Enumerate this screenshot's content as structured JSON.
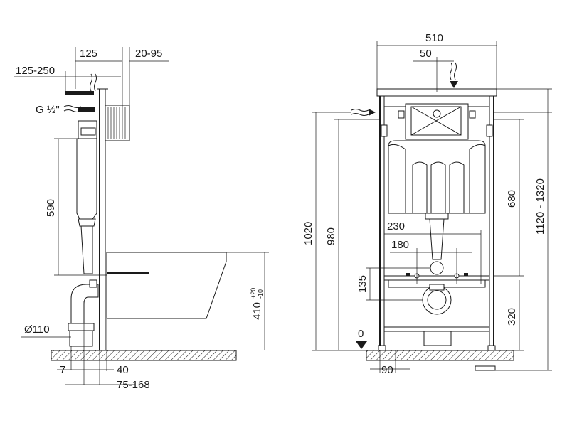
{
  "side_view": {
    "dim_125": "125",
    "dim_20_95": "20-95",
    "dim_125_250": "125-250",
    "pipe_thread": "G ½\"",
    "dim_590": "590",
    "dia_110": "Ø110",
    "dim_7": "7",
    "dim_40": "40",
    "dim_75_168": "75-168",
    "dim_410": "410",
    "tol_plus": "+20",
    "tol_minus": "-10"
  },
  "front_view": {
    "dim_510": "510",
    "dim_50": "50",
    "dim_1020": "1020",
    "dim_980": "980",
    "dim_680": "680",
    "dim_1120_1320": "1120 - 1320",
    "dim_230": "230",
    "dim_180": "180",
    "dim_135": "135",
    "dim_320": "320",
    "dim_0": "0",
    "dim_90": "90"
  }
}
